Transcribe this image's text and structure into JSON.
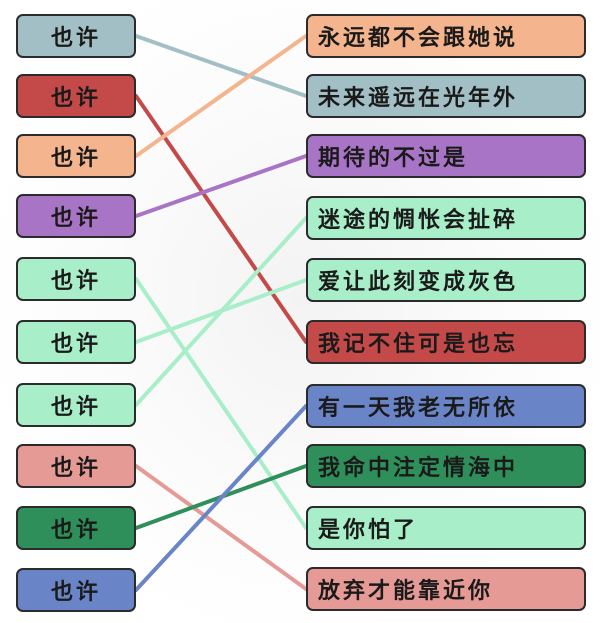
{
  "colors": {
    "gray_blue": "#a3bfc6",
    "red": "#c44a4a",
    "peach": "#f4b48e",
    "purple": "#a874c6",
    "mint": "#a8eec8",
    "pink": "#e69a96",
    "green": "#2e8f5a",
    "blue": "#6a84c8"
  },
  "left": [
    {
      "label": "也许",
      "color": "#a3bfc6"
    },
    {
      "label": "也许",
      "color": "#c44a4a"
    },
    {
      "label": "也许",
      "color": "#f4b48e"
    },
    {
      "label": "也许",
      "color": "#a874c6"
    },
    {
      "label": "也许",
      "color": "#a8eec8"
    },
    {
      "label": "也许",
      "color": "#a8eec8"
    },
    {
      "label": "也许",
      "color": "#a8eec8"
    },
    {
      "label": "也许",
      "color": "#e69a96"
    },
    {
      "label": "也许",
      "color": "#2e8f5a"
    },
    {
      "label": "也许",
      "color": "#6a84c8"
    }
  ],
  "right": [
    {
      "label": "永远都不会跟她说",
      "color": "#f4b48e"
    },
    {
      "label": "未来遥远在光年外",
      "color": "#a3bfc6"
    },
    {
      "label": "期待的不过是",
      "color": "#a874c6"
    },
    {
      "label": "迷途的惆怅会扯碎",
      "color": "#a8eec8"
    },
    {
      "label": "爱让此刻变成灰色",
      "color": "#a8eec8"
    },
    {
      "label": "我记不住可是也忘",
      "color": "#c44a4a"
    },
    {
      "label": "有一天我老无所依",
      "color": "#6a84c8"
    },
    {
      "label": "我命中注定情海中",
      "color": "#2e8f5a"
    },
    {
      "label": "是你怕了",
      "color": "#a8eec8"
    },
    {
      "label": "放弃才能靠近你",
      "color": "#e69a96"
    }
  ],
  "connections": [
    {
      "from": 0,
      "to": 1,
      "color": "#a3bfc6"
    },
    {
      "from": 1,
      "to": 5,
      "color": "#c44a4a"
    },
    {
      "from": 2,
      "to": 0,
      "color": "#f4b48e"
    },
    {
      "from": 3,
      "to": 2,
      "color": "#a874c6"
    },
    {
      "from": 4,
      "to": 8,
      "color": "#a8eec8"
    },
    {
      "from": 5,
      "to": 4,
      "color": "#a8eec8"
    },
    {
      "from": 6,
      "to": 3,
      "color": "#a8eec8"
    },
    {
      "from": 7,
      "to": 9,
      "color": "#e69a96"
    },
    {
      "from": 8,
      "to": 7,
      "color": "#2e8f5a"
    },
    {
      "from": 9,
      "to": 6,
      "color": "#6a84c8"
    }
  ]
}
